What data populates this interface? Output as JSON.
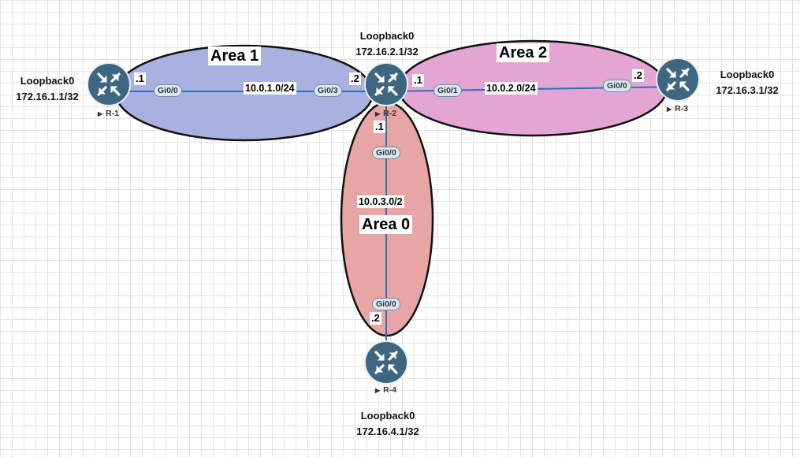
{
  "areas": [
    {
      "id": "area1",
      "label": "Area 1",
      "fill": "#a8b1e0"
    },
    {
      "id": "area2",
      "label": "Area 2",
      "fill": "#e3a5d3"
    },
    {
      "id": "area0",
      "label": "Area 0",
      "fill": "#e8a5a5"
    }
  ],
  "routers": {
    "r1": {
      "name": "R-1",
      "loopback_name": "Loopback0",
      "loopback_ip": "172.16.1.1/32"
    },
    "r2": {
      "name": "R-2",
      "loopback_name": "Loopback0",
      "loopback_ip": "172.16.2.1/32"
    },
    "r3": {
      "name": "R-3",
      "loopback_name": "Loopback0",
      "loopback_ip": "172.16.3.1/32"
    },
    "r4": {
      "name": "R-4",
      "loopback_name": "Loopback0",
      "loopback_ip": "172.16.4.1/32"
    }
  },
  "links": {
    "r1_r2": {
      "network": "10.0.1.0/24",
      "a_interface": "Gi0/0",
      "a_octet": ".1",
      "b_interface": "Gi0/3",
      "b_octet": ".2"
    },
    "r2_r3": {
      "network": "10.0.2.0/24",
      "a_interface": "Gi0/1",
      "a_octet": ".1",
      "b_interface": "Gi0/0",
      "b_octet": ".2"
    },
    "r2_r4": {
      "network": "10.0.3.0/2",
      "a_interface": "Gi0/0",
      "a_octet": ".1",
      "b_interface": "Gi0/0",
      "b_octet": ".2"
    }
  },
  "colors": {
    "link": "#2f6fb8",
    "router": "#3d6680",
    "outline": "#111111"
  }
}
